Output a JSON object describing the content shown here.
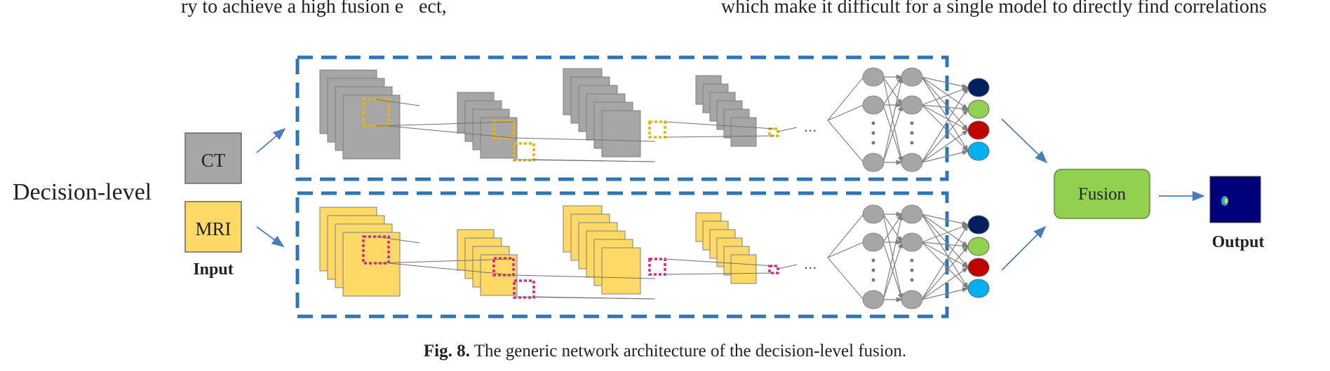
{
  "top_text": {
    "left_fragment": "ry to achieve a high fusion e\u0000ect,",
    "right_fragment": "which make it difficult for a single model to directly find correlations"
  },
  "diagram": {
    "level_label": "Decision-level",
    "input_ct": "CT",
    "input_mri": "MRI",
    "input_label": "Input",
    "fusion_label": "Fusion",
    "output_label": "Output",
    "ellipsis": "...",
    "colors": {
      "ct": "#a6a6a6",
      "mri": "#ffd966",
      "dash_box": "#2e75b6",
      "ct_roi": "#f0b400",
      "mri_roi": "#e0208c",
      "fusion": "#92d050",
      "node": "#a6a6a6",
      "out_1": "#002060",
      "out_2": "#92d050",
      "out_3": "#c00000",
      "out_4": "#00b0f0",
      "arrow": "#4a7ebb"
    }
  },
  "caption": {
    "fig_label": "Fig. 8.",
    "text": "The generic network architecture of the decision-level fusion."
  }
}
